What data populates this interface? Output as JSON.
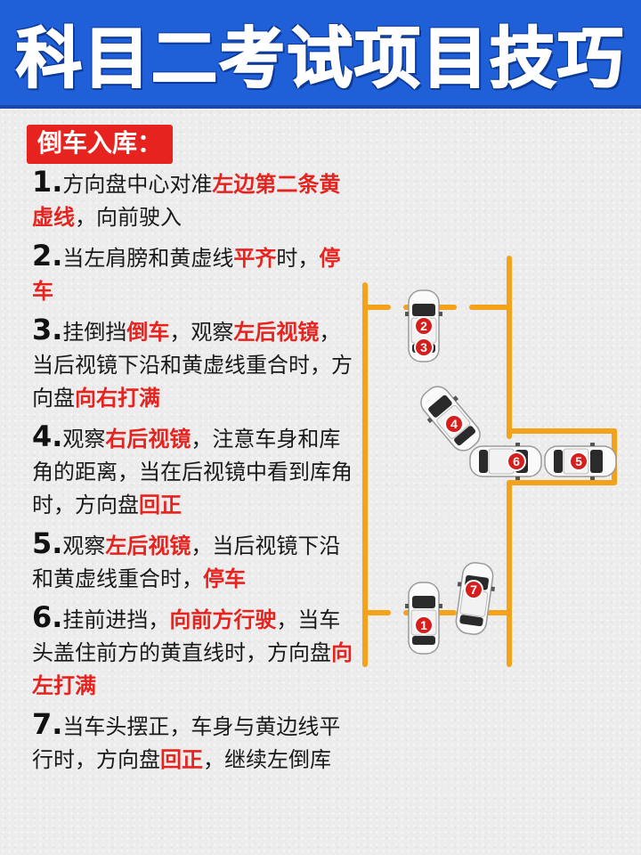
{
  "title": "科目二考试项目技巧",
  "section": "倒车入库：",
  "steps": [
    {
      "num": "1.",
      "parts": [
        {
          "t": "方向盘中心对准"
        },
        {
          "t": "左边第二条黄虚线",
          "h": true
        },
        {
          "t": "，向前驶入"
        }
      ]
    },
    {
      "num": "2.",
      "parts": [
        {
          "t": "当左肩膀和黄虚线"
        },
        {
          "t": "平齐",
          "h": true
        },
        {
          "t": "时，"
        },
        {
          "t": "停车",
          "h": true
        }
      ]
    },
    {
      "num": "3.",
      "parts": [
        {
          "t": "挂倒挡"
        },
        {
          "t": "倒车",
          "h": true
        },
        {
          "t": "，观察"
        },
        {
          "t": "左后视镜",
          "h": true
        },
        {
          "t": "，当后视镜下沿和黄虚线重合时，方向盘"
        },
        {
          "t": "向右打满",
          "h": true
        }
      ]
    },
    {
      "num": "4.",
      "parts": [
        {
          "t": "观察"
        },
        {
          "t": "右后视镜",
          "h": true
        },
        {
          "t": "，注意车身和库角的距离，当在后视镜中看到库角时，方向盘"
        },
        {
          "t": "回正",
          "h": true
        }
      ]
    },
    {
      "num": "5.",
      "parts": [
        {
          "t": "观察"
        },
        {
          "t": "左后视镜",
          "h": true
        },
        {
          "t": "，当后视镜下沿和黄虚线重合时，"
        },
        {
          "t": "停车",
          "h": true
        }
      ]
    },
    {
      "num": "6.",
      "parts": [
        {
          "t": "挂前进挡，"
        },
        {
          "t": "向前方行驶",
          "h": true
        },
        {
          "t": "，当车头盖住前方的黄直线时，方向盘"
        },
        {
          "t": "向左打满",
          "h": true
        }
      ]
    },
    {
      "num": "7.",
      "parts": [
        {
          "t": "当车头摆正，车身与黄边线平行时，方向盘"
        },
        {
          "t": "回正",
          "h": true
        },
        {
          "t": "，继续左倒库"
        }
      ]
    }
  ],
  "car_labels": [
    "2",
    "3",
    "4",
    "6",
    "5",
    "1",
    "7"
  ],
  "colors": {
    "banner": "#1f5fd8",
    "accent": "#e6231f",
    "line": "#f5a21b"
  }
}
